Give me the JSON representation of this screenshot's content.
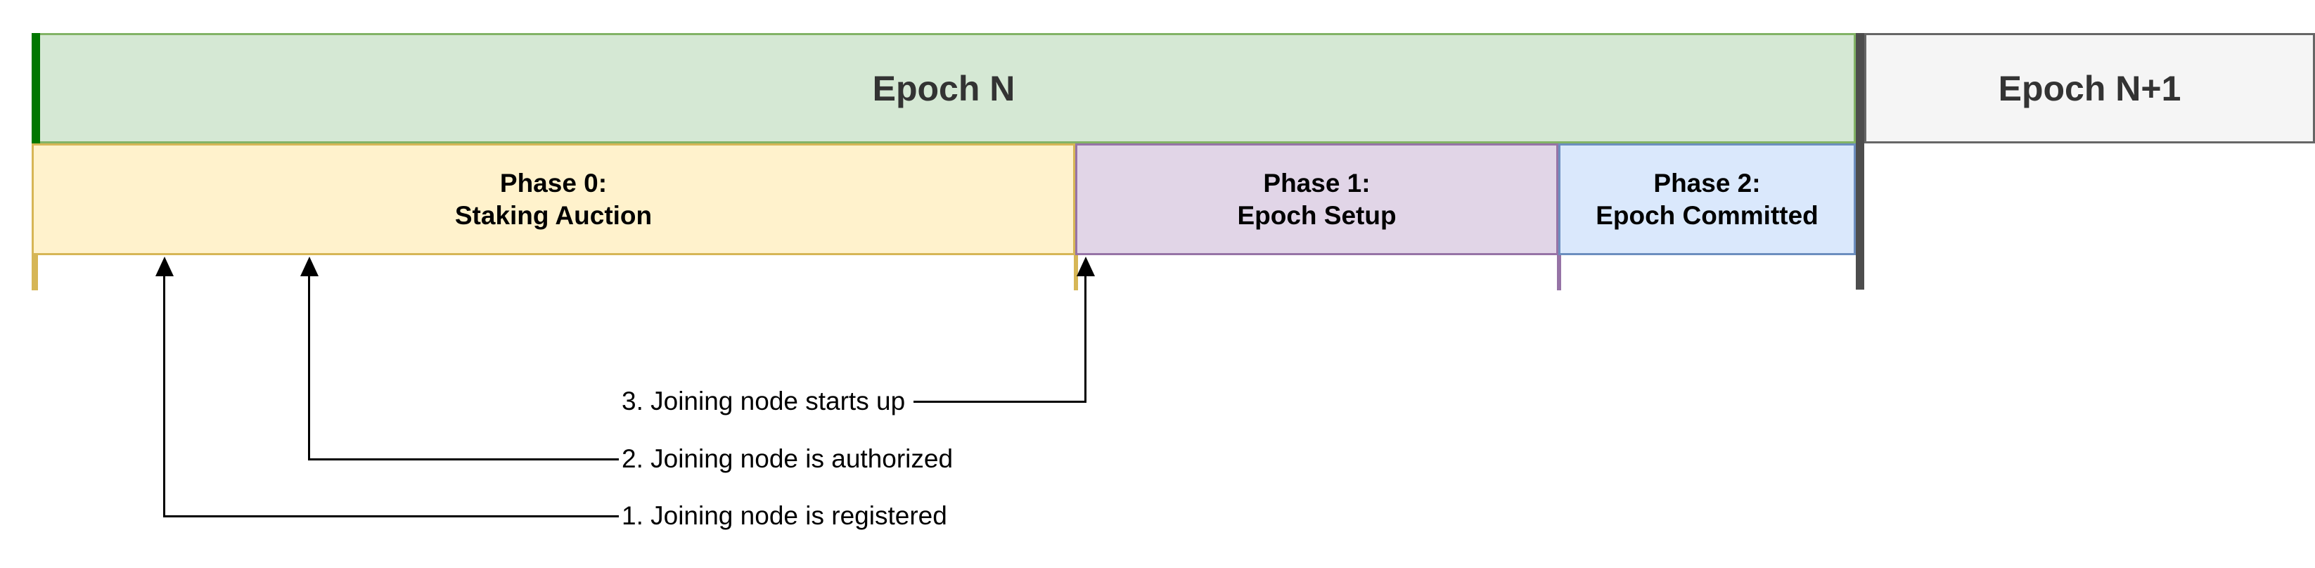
{
  "diagram": {
    "epochs": [
      {
        "label": "Epoch N"
      },
      {
        "label": "Epoch N+1"
      }
    ],
    "phases": [
      {
        "title": "Phase 0:",
        "subtitle": "Staking Auction"
      },
      {
        "title": "Phase 1:",
        "subtitle": "Epoch Setup"
      },
      {
        "title": "Phase 2:",
        "subtitle": "Epoch Committed"
      }
    ],
    "annotations": [
      {
        "label": "1. Joining node is registered"
      },
      {
        "label": "2. Joining node is authorized"
      },
      {
        "label": "3. Joining node starts up"
      }
    ],
    "colors": {
      "epoch_n_fill": "#d5e8d4",
      "epoch_n_border": "#82b366",
      "epoch_start_accent": "#007700",
      "epoch_n1_fill": "#f5f5f5",
      "epoch_n1_border": "#666666",
      "epoch_divider": "#4d4d4d",
      "phase0_fill": "#fff2cc",
      "phase0_border": "#d6b656",
      "phase1_fill": "#e1d5e7",
      "phase1_border": "#9673a6",
      "phase2_fill": "#dae8fc",
      "phase2_border": "#6c8ebf",
      "connector": "#000000"
    }
  }
}
